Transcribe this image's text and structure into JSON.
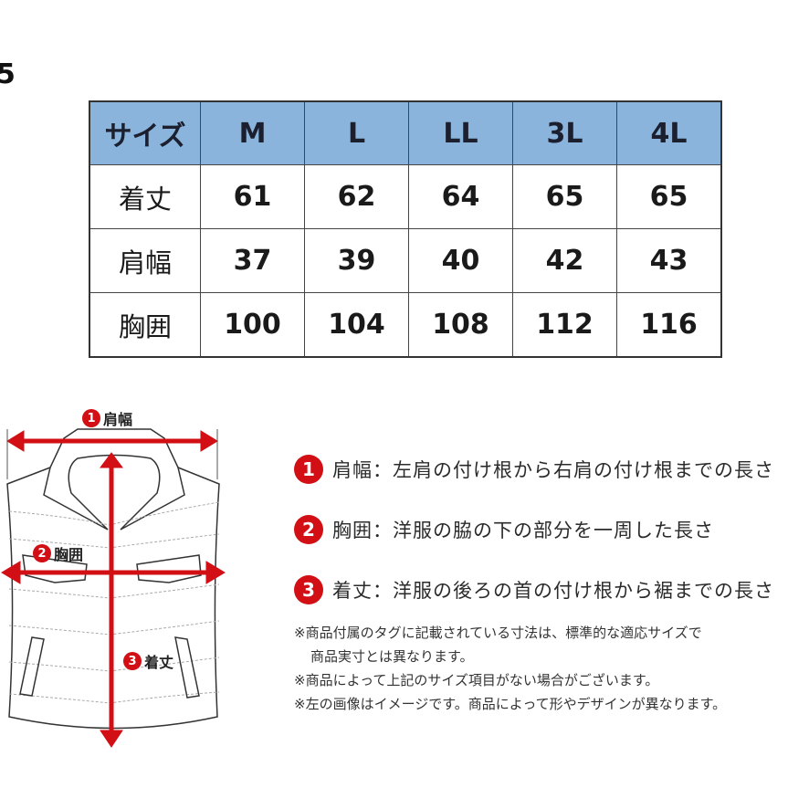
{
  "corner_mark": "5",
  "size_table": {
    "header_label": "サイズ",
    "sizes": [
      "M",
      "L",
      "LL",
      "3L",
      "4L"
    ],
    "rows": [
      {
        "label": "着丈",
        "values": [
          "61",
          "62",
          "64",
          "65",
          "65"
        ]
      },
      {
        "label": "肩幅",
        "values": [
          "37",
          "39",
          "40",
          "42",
          "43"
        ]
      },
      {
        "label": "胸囲",
        "values": [
          "100",
          "104",
          "108",
          "112",
          "116"
        ]
      }
    ],
    "header_color": "#8ab4db"
  },
  "diagram": {
    "labels": [
      {
        "num": "1",
        "text": "肩幅"
      },
      {
        "num": "2",
        "text": "胸囲"
      },
      {
        "num": "3",
        "text": "着丈"
      }
    ],
    "arrow_color": "#d10f14"
  },
  "legend": [
    {
      "num": "1",
      "text": "肩幅：左肩の付け根から右肩の付け根までの長さ"
    },
    {
      "num": "2",
      "text": "胸囲：洋服の脇の下の部分を一周した長さ"
    },
    {
      "num": "3",
      "text": "着丈：洋服の後ろの首の付け根から裾までの長さ"
    }
  ],
  "notes": [
    "※商品付属のタグに記載されている寸法は、標準的な適応サイズで",
    "商品実寸とは異なります。",
    "※商品によって上記のサイズ項目がない場合がございます。",
    "※左の画像はイメージです。商品によって形やデザインが異なります。"
  ]
}
